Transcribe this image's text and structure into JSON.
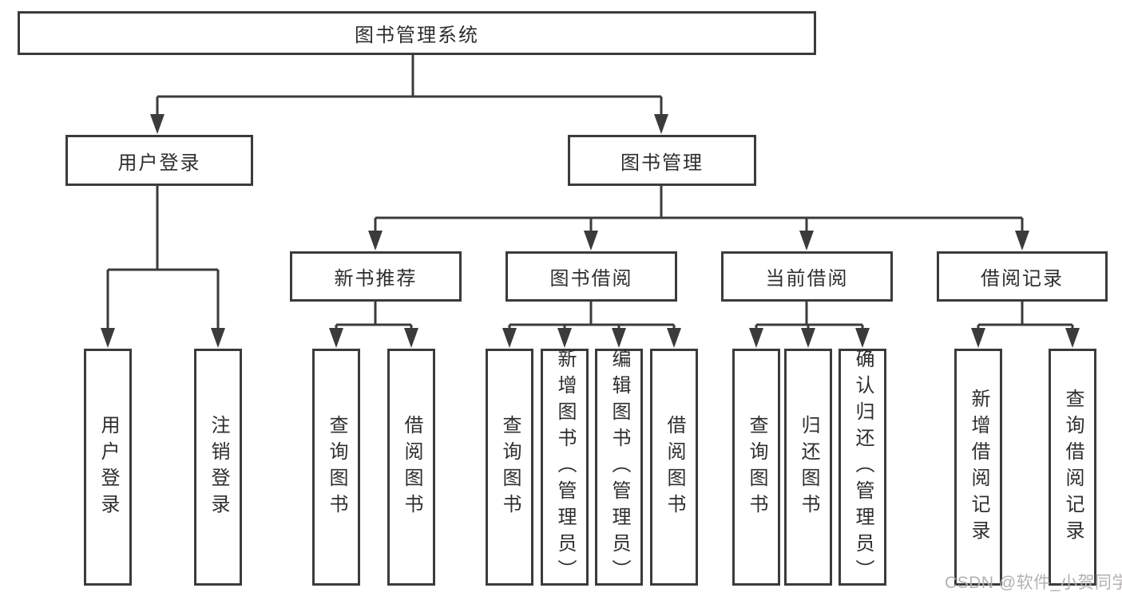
{
  "colors": {
    "background": "#ffffff",
    "line": "#3b3b3b",
    "text": "#2e2e2e",
    "watermark": "#b5b0b0"
  },
  "watermark": {
    "text": "CSDN @软件_小贺同学"
  },
  "tree": {
    "label": "图书管理系统",
    "children": [
      {
        "label": "用户登录",
        "children": [
          {
            "label": "用户登录"
          },
          {
            "label": "注销登录"
          }
        ]
      },
      {
        "label": "图书管理",
        "children": [
          {
            "label": "新书推荐",
            "children": [
              {
                "label": "查询图书"
              },
              {
                "label": "借阅图书"
              }
            ]
          },
          {
            "label": "图书借阅",
            "children": [
              {
                "label": "查询图书"
              },
              {
                "label": "新增图书（管理员）"
              },
              {
                "label": "编辑图书（管理员）"
              },
              {
                "label": "借阅图书"
              }
            ]
          },
          {
            "label": "当前借阅",
            "children": [
              {
                "label": "查询图书"
              },
              {
                "label": "归还图书"
              },
              {
                "label": "确认归还（管理员）"
              }
            ]
          },
          {
            "label": "借阅记录",
            "children": [
              {
                "label": "新增借阅记录"
              },
              {
                "label": "查询借阅记录"
              }
            ]
          }
        ]
      }
    ]
  }
}
